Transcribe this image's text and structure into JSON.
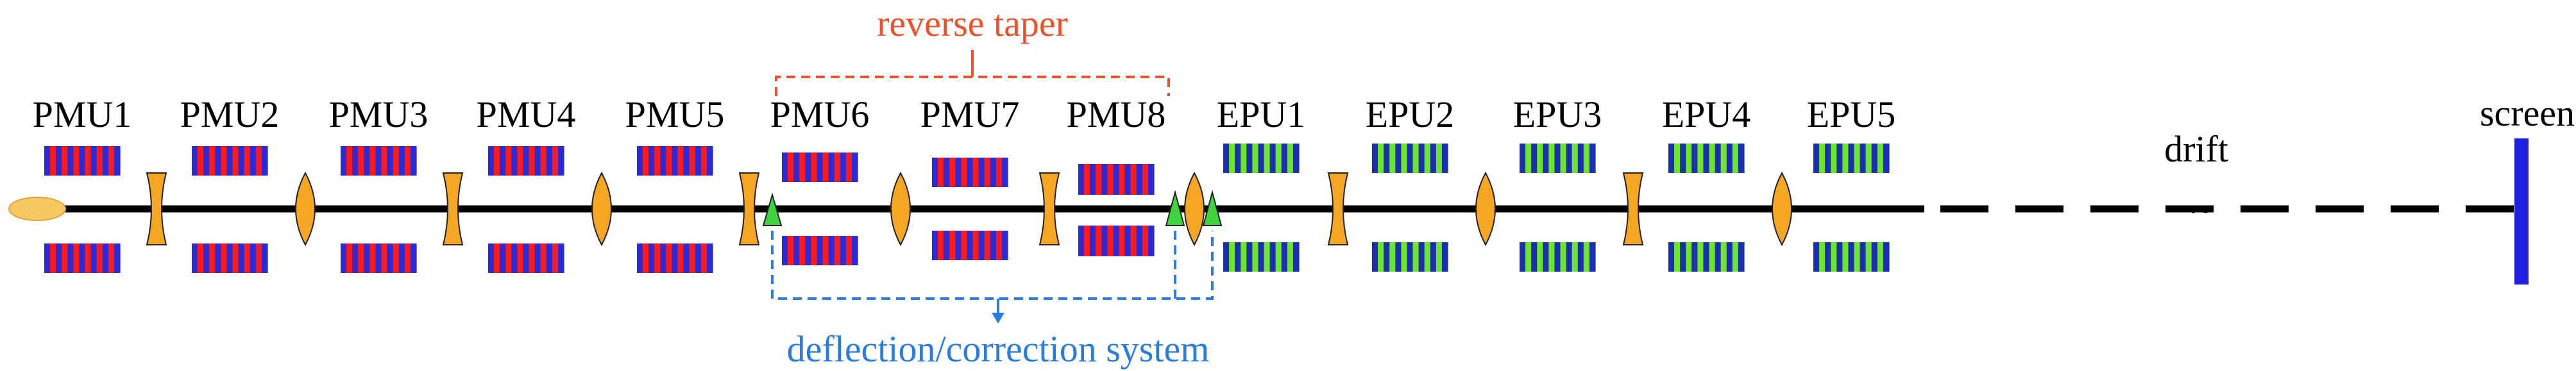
{
  "undulators": [
    {
      "label": "PMU1",
      "type": "PMU"
    },
    {
      "label": "PMU2",
      "type": "PMU"
    },
    {
      "label": "PMU3",
      "type": "PMU"
    },
    {
      "label": "PMU4",
      "type": "PMU"
    },
    {
      "label": "PMU5",
      "type": "PMU"
    },
    {
      "label": "PMU6",
      "type": "PMU"
    },
    {
      "label": "PMU7",
      "type": "PMU"
    },
    {
      "label": "PMU8",
      "type": "PMU"
    },
    {
      "label": "EPU1",
      "type": "EPU"
    },
    {
      "label": "EPU2",
      "type": "EPU"
    },
    {
      "label": "EPU3",
      "type": "EPU"
    },
    {
      "label": "EPU4",
      "type": "EPU"
    },
    {
      "label": "EPU5",
      "type": "EPU"
    }
  ],
  "annotations": {
    "reverse_taper": "reverse taper",
    "deflection_system": "deflection/correction system",
    "drift": "drift",
    "drift_symbol": "~",
    "screen": "screen"
  },
  "colors": {
    "pmu_stripe_a": "#ff1a1a",
    "pmu_stripe_b": "#2a2ad8",
    "epu_stripe_a": "#6ce62c",
    "epu_stripe_b": "#1c2fae",
    "quadrupole": "#f5a623",
    "corrector": "#3fd33f",
    "beam": "#f6c85f",
    "screen": "#2020e0",
    "reverse_taper": "#f0502a",
    "deflection": "#2a7de0",
    "line": "#000000"
  }
}
